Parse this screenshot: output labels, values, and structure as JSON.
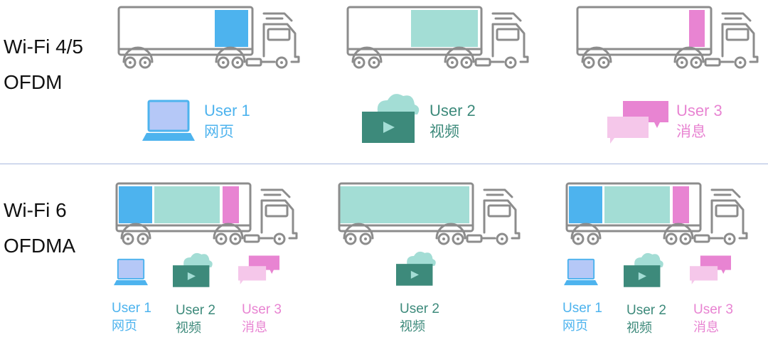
{
  "rows": [
    {
      "label_line1": "Wi-Fi 4/5",
      "label_line2": "OFDM"
    },
    {
      "label_line1": "Wi-Fi 6",
      "label_line2": "OFDMA"
    }
  ],
  "users": {
    "u1": {
      "name": "User 1",
      "content": "网页",
      "icon": "laptop-icon"
    },
    "u2": {
      "name": "User 2",
      "content": "视频",
      "icon": "video-cloud-icon"
    },
    "u3": {
      "name": "User 3",
      "content": "消息",
      "icon": "chat-bubbles-icon"
    }
  },
  "colors": {
    "user1": "#4db3ee",
    "user2": "#a3ddd5",
    "user3": "#e884d2",
    "truck": "#8c8c8c",
    "divider": "#a9b9df"
  }
}
